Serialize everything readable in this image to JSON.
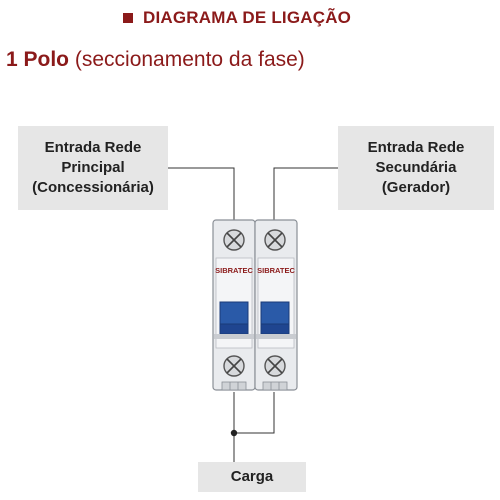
{
  "header": {
    "title": "DIAGRAMA DE LIGAÇÃO",
    "accent": "#8b1a1a"
  },
  "subtitle": {
    "bold": "1 Polo",
    "rest": " (seccionamento da fase)"
  },
  "boxes": {
    "left": {
      "line1": "Entrada Rede",
      "line2": "Principal",
      "line3": "(Concessionária)"
    },
    "right": {
      "line1": "Entrada Rede",
      "line2": "Secundária",
      "line3": "(Gerador)"
    },
    "load": {
      "label": "Carga"
    }
  },
  "breaker": {
    "brand_left": "SIBRATEC",
    "brand_right": "SIBRATEC",
    "lever_color": "#1f4e99"
  }
}
